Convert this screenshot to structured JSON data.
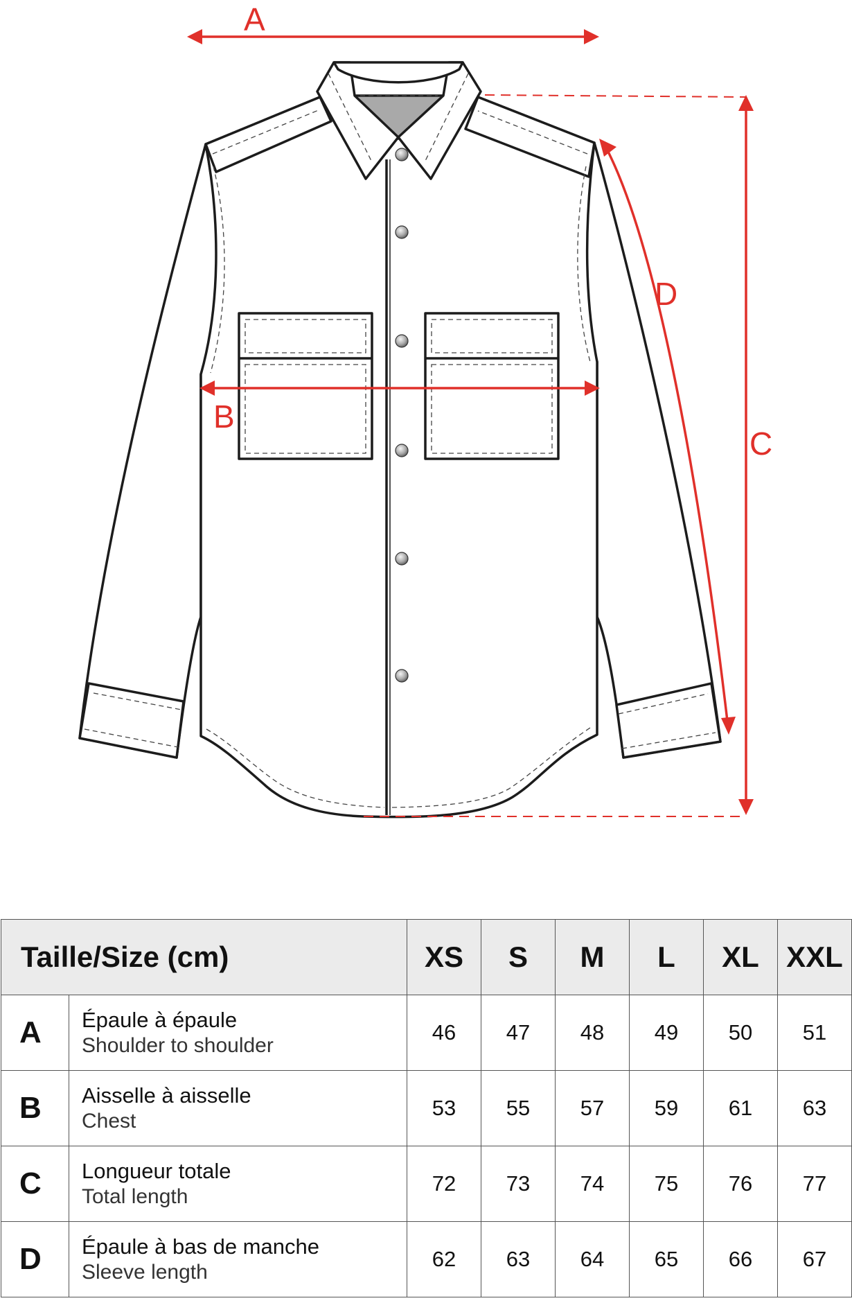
{
  "diagram": {
    "labels": {
      "a": "A",
      "b": "B",
      "c": "C",
      "d": "D"
    },
    "colors": {
      "measure": "#e0302a",
      "outline": "#1c1c1c",
      "collar_inner": "#a9a9a9",
      "button": "#9a9a9a"
    }
  },
  "table": {
    "title": "Taille/Size (cm)",
    "sizes": [
      "XS",
      "S",
      "M",
      "L",
      "XL",
      "XXL"
    ],
    "rows": [
      {
        "letter": "A",
        "fr": "Épaule à épaule",
        "en": "Shoulder to shoulder",
        "values": [
          "46",
          "47",
          "48",
          "49",
          "50",
          "51"
        ]
      },
      {
        "letter": "B",
        "fr": "Aisselle à aisselle",
        "en": "Chest",
        "values": [
          "53",
          "55",
          "57",
          "59",
          "61",
          "63"
        ]
      },
      {
        "letter": "C",
        "fr": "Longueur totale",
        "en": "Total length",
        "values": [
          "72",
          "73",
          "74",
          "75",
          "76",
          "77"
        ]
      },
      {
        "letter": "D",
        "fr": "Épaule à bas de manche",
        "en": "Sleeve length",
        "values": [
          "62",
          "63",
          "64",
          "65",
          "66",
          "67"
        ]
      }
    ],
    "colors": {
      "header_bg": "#ebebeb",
      "border": "#555555"
    }
  }
}
